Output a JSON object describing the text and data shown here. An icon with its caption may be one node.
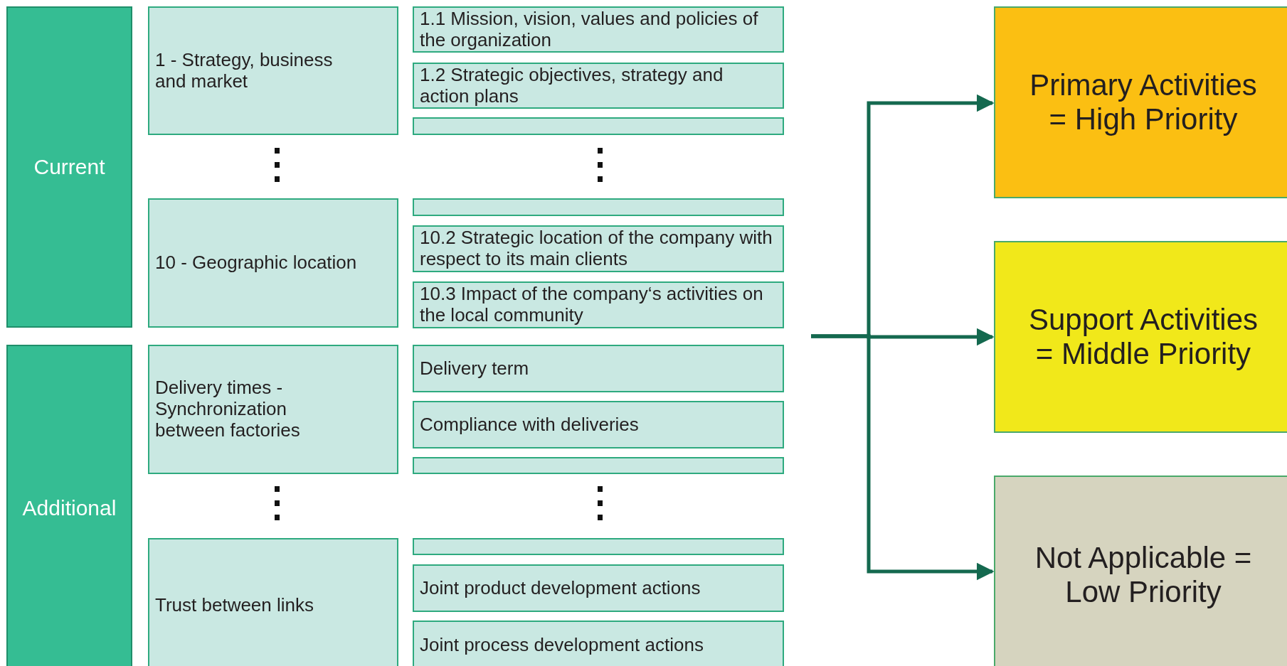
{
  "diagram": {
    "nodes": [
      {
        "text": [
          "Current"
        ]
      },
      {
        "text": [
          "1 - Strategy, business and market"
        ]
      },
      {
        "text": [
          "1.1 Mission, vision, values and policies of the organization"
        ]
      },
      {
        "text": [
          "1.2 Strategic objectives, strategy and action plans"
        ]
      },
      {
        "text": [],
        "shape": "box"
      },
      {
        "text": [
          "10 - Geographic location"
        ]
      },
      {
        "text": [],
        "shape": "box"
      },
      {
        "text": [
          "10.2 Strategic location of the company with respect to its main clients"
        ]
      },
      {
        "text": [
          "10.3 Impact of the company‘s activities on the local community"
        ]
      },
      {
        "text": [
          "Additional"
        ]
      },
      {
        "text": [
          "Delivery times - Synchronization between factories"
        ]
      },
      {
        "text": [
          "Delivery term"
        ]
      },
      {
        "text": [
          "Compliance with deliveries"
        ]
      },
      {
        "text": [],
        "shape": "box"
      },
      {
        "text": [
          "Trust between links"
        ]
      },
      {
        "text": [],
        "shape": "box"
      },
      {
        "text": [
          "Joint product development actions"
        ]
      },
      {
        "text": [
          "Joint process development actions"
        ]
      },
      {
        "text": [
          "Primary Activities = High Priority"
        ]
      },
      {
        "text": [
          "Support Activities = Middle Priority"
        ]
      },
      {
        "text": [
          "Not Applicable = Low Priority"
        ]
      }
    ],
    "edges": [
      {
        "from": null,
        "to": 18,
        "arrow": "to"
      },
      {
        "from": null,
        "to": 19,
        "arrow": "to"
      },
      {
        "from": null,
        "to": 20,
        "arrow": "to"
      }
    ]
  }
}
